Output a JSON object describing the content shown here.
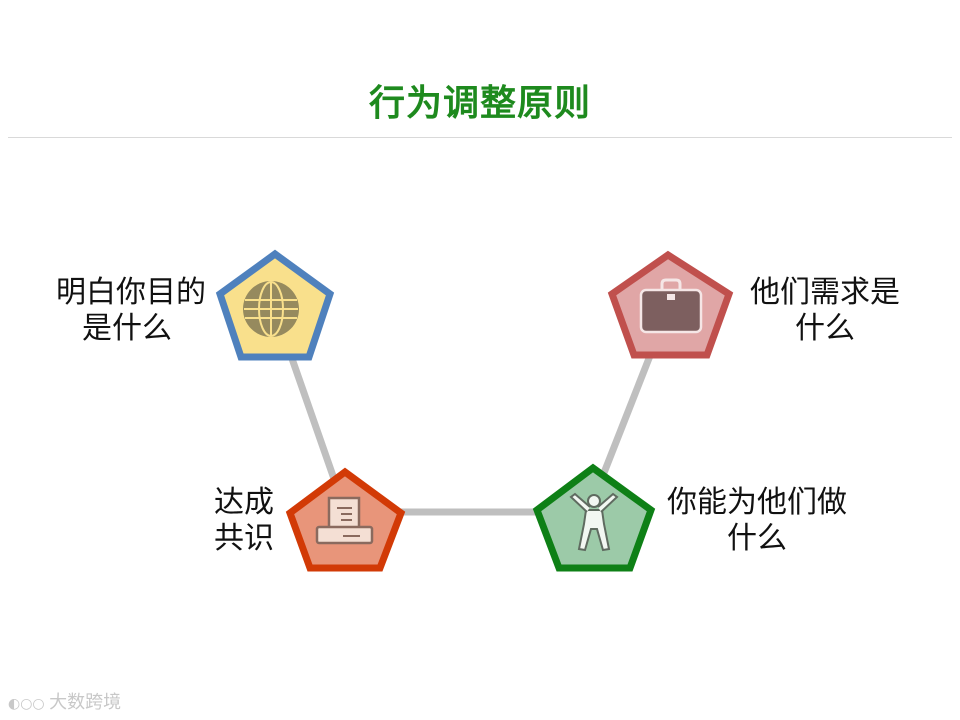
{
  "title": "行为调整原则",
  "nodes": [
    {
      "id": "purpose",
      "icon": "globe-icon",
      "fill": "#f9e08c",
      "stroke": "#4f81bd",
      "label_line1": "明白你目的",
      "label_line2": "是什么"
    },
    {
      "id": "consensus",
      "icon": "computer-icon",
      "fill": "#e8957a",
      "stroke": "#d23a06",
      "label_line1": "达成",
      "label_line2": "共识"
    },
    {
      "id": "offer",
      "icon": "person-icon",
      "fill": "#9ccaa8",
      "stroke": "#0e8016",
      "label_line1": "你能为他们做",
      "label_line2": "什么"
    },
    {
      "id": "needs",
      "icon": "briefcase-icon",
      "fill": "#e0a6a6",
      "stroke": "#c0504d",
      "label_line1": "他们需求是",
      "label_line2": "什么"
    }
  ],
  "connector_color": "#bfbfbf",
  "watermark": "大数跨境"
}
